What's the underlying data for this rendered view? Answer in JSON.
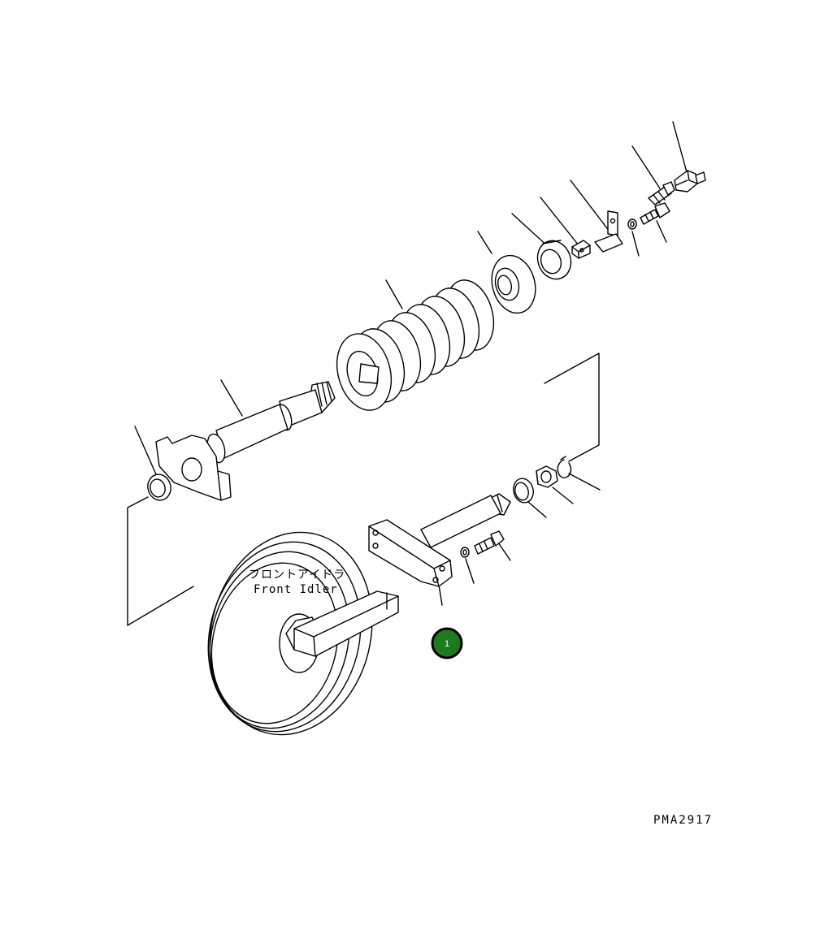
{
  "labels": {
    "japanese": "フロントアイドラ",
    "english": "Front Idler"
  },
  "drawing_code": "PMA2917",
  "callout": {
    "number": "1",
    "fill": "#1e7a1e",
    "stroke": "#000000"
  }
}
